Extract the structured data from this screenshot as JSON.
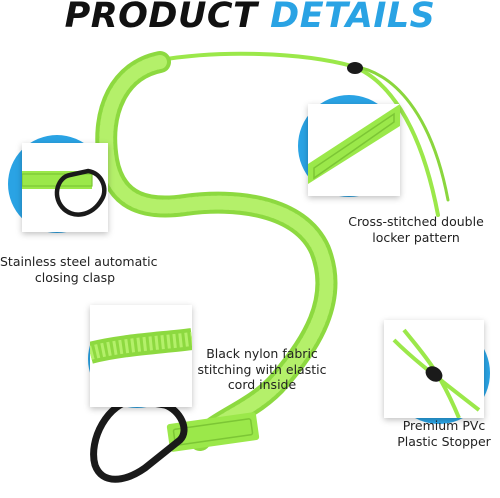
{
  "title": {
    "part1": "PRODUCT",
    "part2": "DETAILS"
  },
  "colors": {
    "accent_blue": "#2aa3e4",
    "lanyard_green": "#9be84a",
    "carabiner_black": "#1a1a1a"
  },
  "features": [
    {
      "line1": "Stainless steel automatic",
      "line2": "closing clasp",
      "icon": "carabiner-clasp-closeup"
    },
    {
      "line1": "Cross-stitched double",
      "line2": "locker pattern",
      "icon": "cross-stitch-webbing-closeup"
    },
    {
      "line1": "Black nylon fabric",
      "line2": "stitching with elastic",
      "line3": "cord inside",
      "icon": "elastic-coil-closeup"
    },
    {
      "line1": "Premium PVc",
      "line2": "Plastic Stopper",
      "icon": "cord-stopper-closeup"
    }
  ]
}
